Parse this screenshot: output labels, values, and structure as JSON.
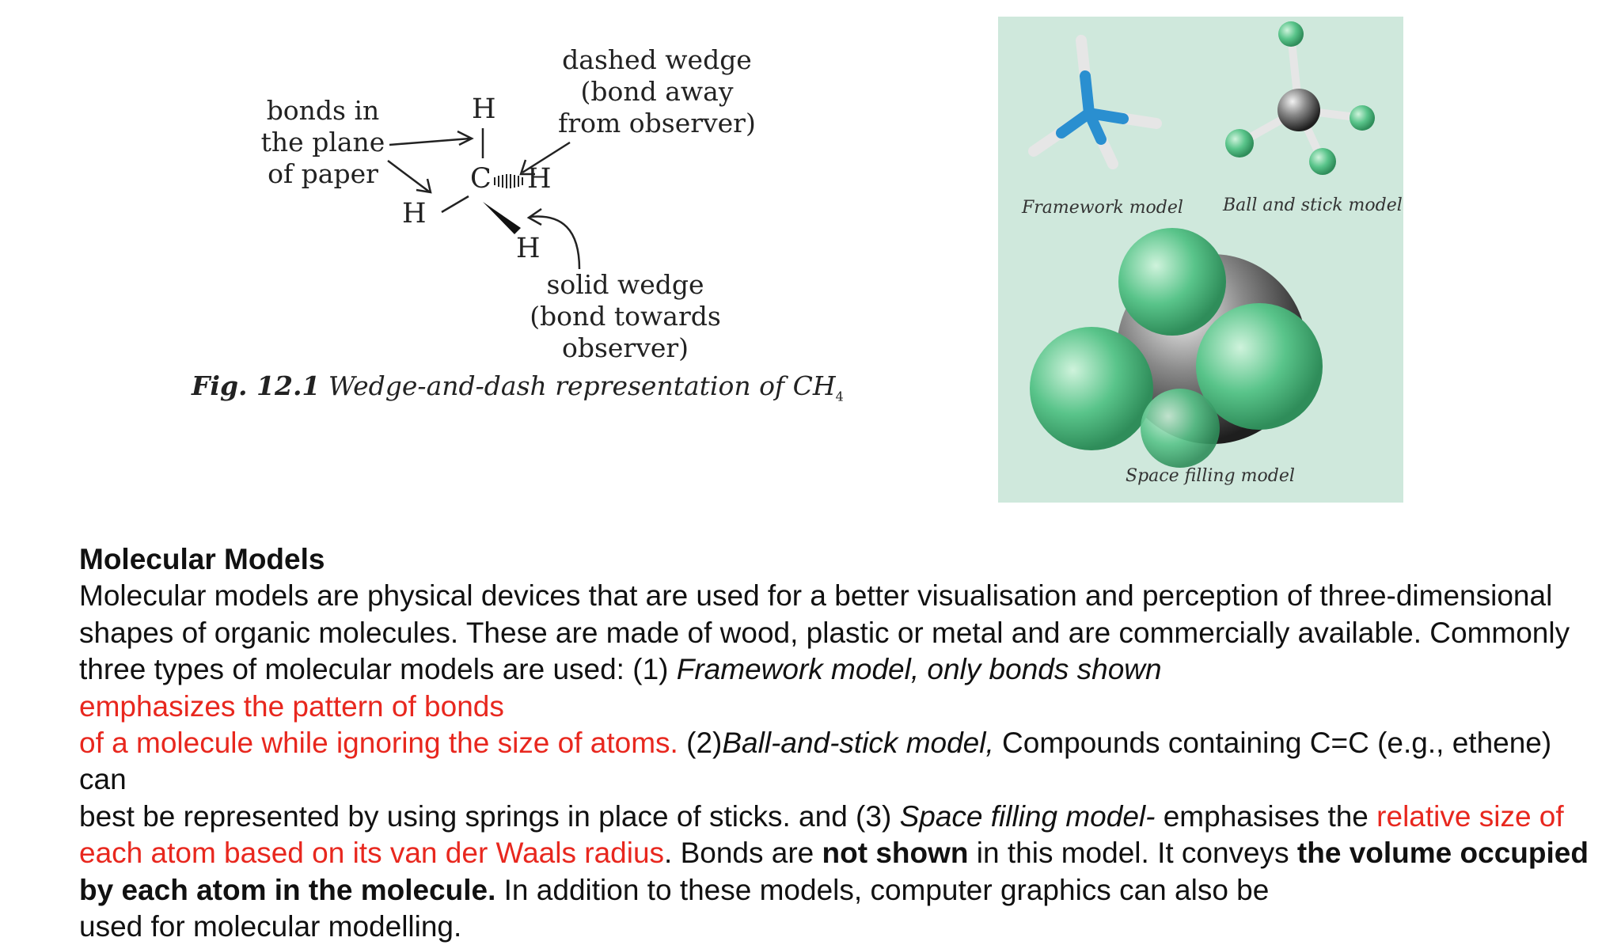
{
  "wedge_figure": {
    "bonds_label": [
      "bonds in",
      "the plane",
      "of  paper"
    ],
    "dashed_label": [
      "dashed wedge",
      "(bond away",
      "from observer)"
    ],
    "solid_label": [
      "solid wedge",
      "(bond towards",
      "observer)"
    ],
    "atoms": {
      "carbon": "C",
      "h_top": "H",
      "h_right": "H",
      "h_left": "H",
      "h_bottom": "H"
    },
    "caption_prefix": "Fig. 12.1",
    "caption_text": "Wedge-and-dash representation of CH",
    "caption_sub": "4"
  },
  "models_figure": {
    "framework_label": "Framework model",
    "ball_stick_label": "Ball and stick model",
    "space_filling_label": "Space filling model",
    "colors": {
      "background": "#cfe8dc",
      "sphere": "#59c48a",
      "carbon": "#4a4a4a",
      "framework": "#2a8fd0",
      "stick": "#e8e8e8"
    }
  },
  "text": {
    "heading": "Molecular Models",
    "p1": "Molecular models are physical devices that are used for a better visualisation and perception of three-dimensional shapes of organic molecules. These are made of wood, plastic or metal and are commercially available. Commonly three types of molecular models are used: (1) ",
    "p2_italic": "Framework model, only bonds shown",
    "p3_red": "emphasizes the pattern of bonds",
    "p4_red": "of a molecule while ignoring the size of atoms.",
    "p5": " (2)",
    "p6_italic": "Ball-and-stick model,",
    "p7": " Compounds containing C=C (e.g., ethene) can",
    "p8": "best be represented by using springs in place of sticks. and (3) ",
    "p9_italic": "Space filling model-",
    "p10": " emphasises the ",
    "p11_red": "relative size of each atom based on its van der Waals radius",
    "p12": ". Bonds are ",
    "p13_bold": "not shown",
    "p14": " in this model. It conveys ",
    "p15_bold": "the volume occupied by each atom in the molecule.",
    "p16": " In addition to these models, computer graphics can also be",
    "p17": "used for molecular modelling."
  }
}
